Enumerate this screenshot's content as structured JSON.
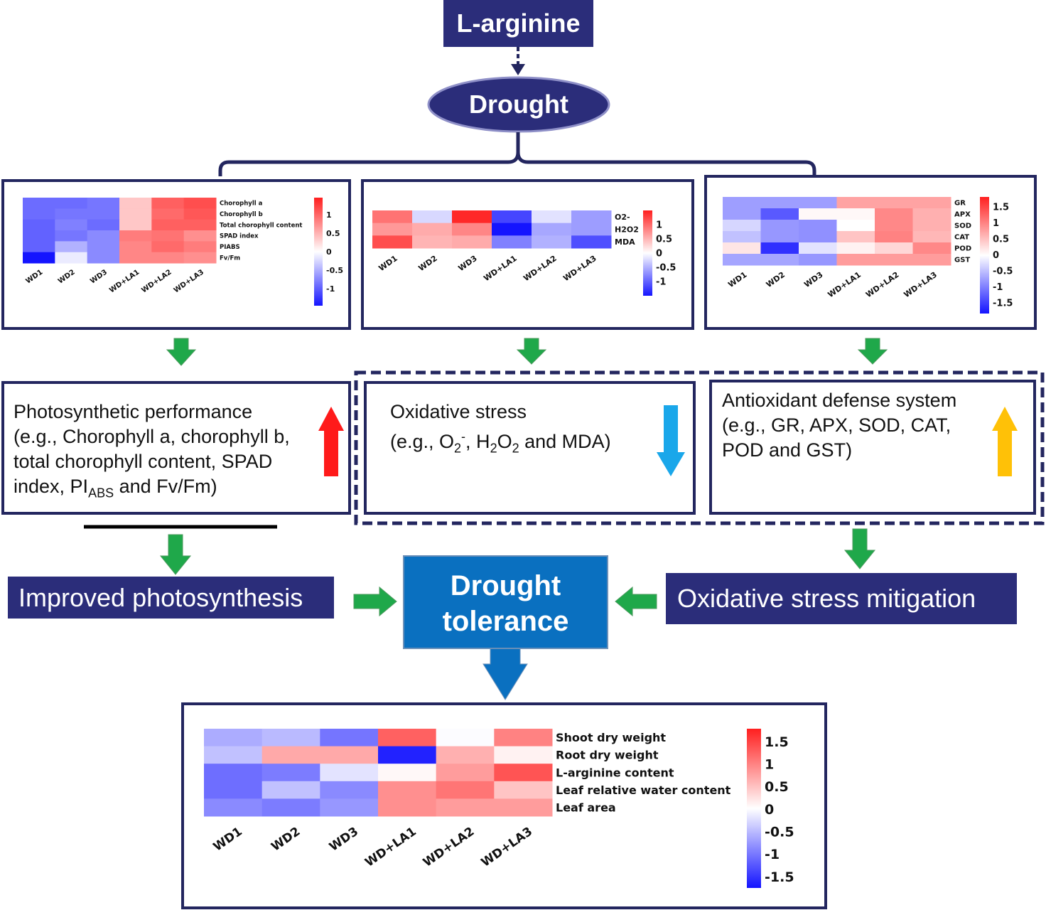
{
  "top": {
    "arginine": "L-arginine",
    "drought": "Drought"
  },
  "colors": {
    "navy": "#2b2d7a",
    "frame": "#23265f",
    "green_arrow": "#1fa84a",
    "blue_box": "#0a70c0",
    "up_red": "#ff1a1a",
    "down_cyan": "#1aa7ea",
    "up_gold": "#ffc107"
  },
  "scale": {
    "high": "#ff1f1f",
    "mid": "#ffffff",
    "low": "#1414ff"
  },
  "heatmaps": {
    "h1": {
      "cols": [
        "WD1",
        "WD2",
        "WD3",
        "WD+LA1",
        "WD+LA2",
        "WD+LA3"
      ],
      "rows": [
        "Chorophyll a",
        "Chorophyll b",
        "Total chorophyll content",
        "SPAD index",
        "PIABS",
        "Fv/Fm"
      ],
      "values": [
        [
          -0.75,
          -0.75,
          -0.7,
          0.3,
          0.85,
          0.95
        ],
        [
          -0.75,
          -0.7,
          -0.7,
          0.3,
          0.8,
          0.9
        ],
        [
          -0.8,
          -0.65,
          -0.75,
          0.3,
          0.85,
          0.85
        ],
        [
          -0.8,
          -0.7,
          -0.6,
          0.7,
          0.75,
          0.6
        ],
        [
          -0.8,
          -0.4,
          -0.6,
          0.65,
          0.8,
          0.7
        ],
        [
          -1.2,
          -0.1,
          -0.6,
          0.65,
          0.65,
          0.6
        ]
      ],
      "ticks": [
        "1",
        "0.5",
        "0",
        "-0.5",
        "-1"
      ],
      "range": [
        -1.2,
        1.2
      ]
    },
    "h2": {
      "cols": [
        "WD1",
        "WD2",
        "WD3",
        "WD+LA1",
        "WD+LA2",
        "WD+LA3"
      ],
      "rows": [
        "O2-",
        "H2O2",
        "MDA"
      ],
      "values": [
        [
          0.75,
          -0.2,
          1.15,
          -0.95,
          -0.15,
          -0.5
        ],
        [
          0.55,
          0.45,
          0.65,
          -1.2,
          -0.45,
          -0.5
        ],
        [
          0.95,
          0.4,
          0.45,
          -0.65,
          -0.4,
          -0.9
        ]
      ],
      "ticks": [
        "1",
        "0.5",
        "0",
        "-0.5",
        "-1"
      ],
      "range": [
        -1.2,
        1.2
      ]
    },
    "h3": {
      "cols": [
        "WD1",
        "WD2",
        "WD3",
        "WD+LA1",
        "WD+LA2",
        "WD+LA3"
      ],
      "rows": [
        "GR",
        "APX",
        "SOD",
        "CAT",
        "POD",
        "GST"
      ],
      "values": [
        [
          -0.7,
          -0.7,
          -0.7,
          0.7,
          0.7,
          0.7
        ],
        [
          -0.7,
          -1.2,
          0.05,
          0.05,
          0.9,
          0.6
        ],
        [
          -0.3,
          -0.75,
          -0.8,
          0.0,
          0.9,
          0.6
        ],
        [
          -0.45,
          -0.75,
          -0.8,
          0.45,
          0.95,
          0.55
        ],
        [
          0.2,
          -1.5,
          -0.2,
          0.1,
          0.3,
          0.9
        ],
        [
          -0.65,
          -0.65,
          -0.75,
          0.75,
          0.75,
          0.75
        ]
      ],
      "ticks": [
        "1.5",
        "1",
        "0.5",
        "0",
        "-0.5",
        "-1",
        "-1.5"
      ],
      "range": [
        -1.7,
        1.7
      ]
    },
    "h4": {
      "cols": [
        "WD1",
        "WD2",
        "WD3",
        "WD+LA1",
        "WD+LA2",
        "WD+LA3"
      ],
      "rows": [
        "Shoot dry weight",
        "Root dry weight",
        "L-arginine content",
        "Leaf relative water content",
        "Leaf area"
      ],
      "values": [
        [
          -0.6,
          -0.5,
          -1.0,
          1.2,
          -0.02,
          0.95
        ],
        [
          -0.45,
          0.65,
          0.65,
          -1.6,
          0.6,
          0.1
        ],
        [
          -1.05,
          -0.95,
          -0.2,
          0.05,
          0.75,
          1.3
        ],
        [
          -1.05,
          -0.45,
          -0.85,
          0.85,
          1.05,
          0.45
        ],
        [
          -0.85,
          -0.95,
          -0.75,
          0.85,
          0.75,
          0.75
        ]
      ],
      "ticks": [
        "1.5",
        "1",
        "0.5",
        "0",
        "-0.5",
        "-1",
        "-1.5"
      ],
      "range": [
        -1.7,
        1.7
      ]
    }
  },
  "boxes": {
    "photo": {
      "line1": "Photosynthetic performance",
      "line2": "(e.g., Chorophyll a, chorophyll b,",
      "line3": "total chorophyll content, SPAD",
      "line4a": "index, PI",
      "line4sub": "ABS",
      "line4b": " and Fv/Fm)"
    },
    "oxid": {
      "line1": "Oxidative stress",
      "l2a": "(e.g., O",
      "l2sub1": "2",
      "l2sup": "-",
      "l2b": ", H",
      "l2sub2": "2",
      "l2c": "O",
      "l2sub3": "2",
      "l2d": " and MDA)"
    },
    "anti": {
      "line1": "Antioxidant defense system",
      "line2": "(e.g., GR, APX, SOD, CAT,",
      "line3": "POD and GST)"
    }
  },
  "outcomes": {
    "photo": "Improved photosynthesis",
    "tolerance_1": "Drought",
    "tolerance_2": "tolerance",
    "mitigation": "Oxidative stress mitigation"
  }
}
